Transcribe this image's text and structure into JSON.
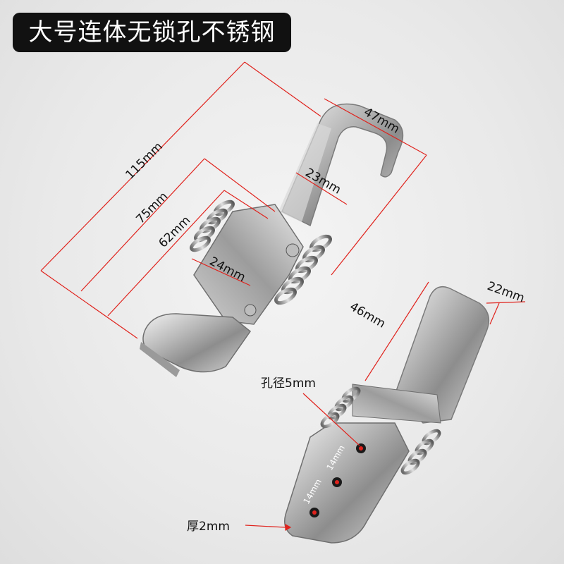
{
  "title": "大号连体无锁孔不锈钢",
  "dimensions": {
    "length_total": "115mm",
    "length_mid": "75mm",
    "length_base": "62mm",
    "width_hook": "47mm",
    "width_inner": "23mm",
    "width_base": "24mm",
    "hook_height": "46mm",
    "hook_depth": "22mm",
    "hole_diameter": "孔径5mm",
    "hole_spacing_1": "14mm",
    "hole_spacing_2": "14mm",
    "thickness": "厚2mm"
  },
  "colors": {
    "dimension_line": "#e0221c",
    "badge_bg": "#111111",
    "badge_text": "#ffffff"
  }
}
